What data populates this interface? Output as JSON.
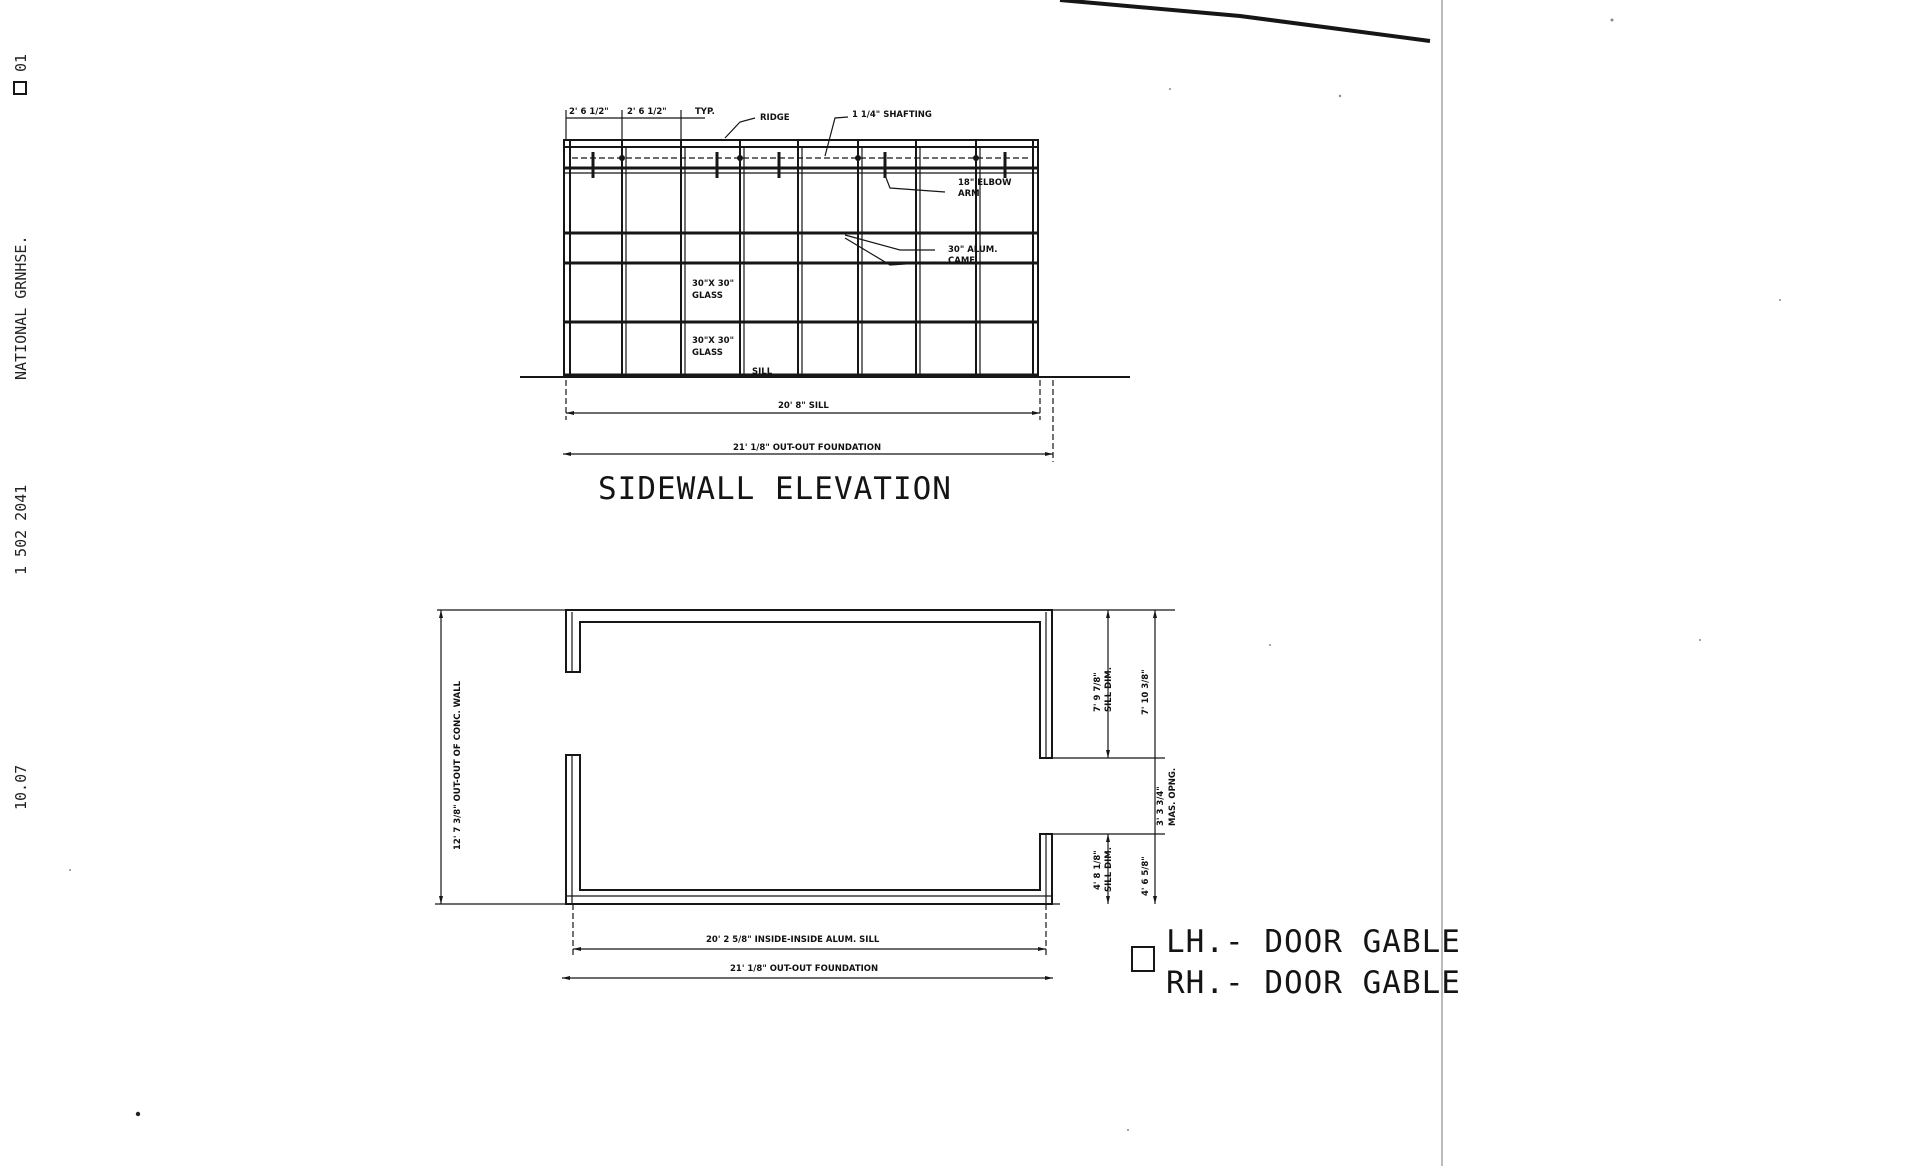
{
  "fax_header": {
    "page_marker": "01",
    "sender_name": "NATIONAL GRNHSE.",
    "sender_phone": "1 502 2041",
    "date_fragment": "10.07"
  },
  "sidewall_elevation": {
    "title": "SIDEWALL ELEVATION",
    "labels": {
      "bay_spacing_1": "2' 6 1/2\"",
      "bay_spacing_2": "2' 6 1/2\"",
      "typical": "TYP.",
      "ridge": "RIDGE",
      "shafting": "1 1/4\" SHAFTING",
      "elbow_arm_line1": "18\" ELBOW",
      "elbow_arm_line2": "ARM",
      "alum_came_line1": "30\" ALUM.",
      "alum_came_line2": "CAME",
      "glass_upper_line1": "30\"X 30\"",
      "glass_upper_line2": "GLASS",
      "glass_lower_line1": "30\"X 30\"",
      "glass_lower_line2": "GLASS",
      "sill": "SILL"
    },
    "dimensions": {
      "sill_length": "20' 8\" SILL",
      "foundation_length": "21' 1/8\" OUT-OUT FOUNDATION"
    }
  },
  "plan_view": {
    "dimensions": {
      "overall_width": "12' 7 3/8\" OUT-OUT OF CONC. WALL",
      "upper_sill_dim": "7' 9 7/8\"",
      "upper_sill_dim_label": "SILL DIM.",
      "upper_overall": "7' 10 3/8\"",
      "door_opening": "3' 3 3/4\"",
      "door_opening_label": "MAS. OPNG.",
      "lower_sill_dim": "4' 8 1/8\"",
      "lower_sill_dim_label": "SILL DIM.",
      "lower_overall": "4' 6 5/8\"",
      "inside_length": "20' 2 5/8\" INSIDE-INSIDE ALUM. SILL",
      "foundation_length": "21' 1/8\" OUT-OUT FOUNDATION"
    }
  },
  "legend": {
    "option_lh": "LH.- DOOR GABLE",
    "option_rh": "RH.- DOOR GABLE",
    "checkbox_checked": false
  },
  "colors": {
    "ink": "#161616",
    "paper": "#ffffff"
  }
}
